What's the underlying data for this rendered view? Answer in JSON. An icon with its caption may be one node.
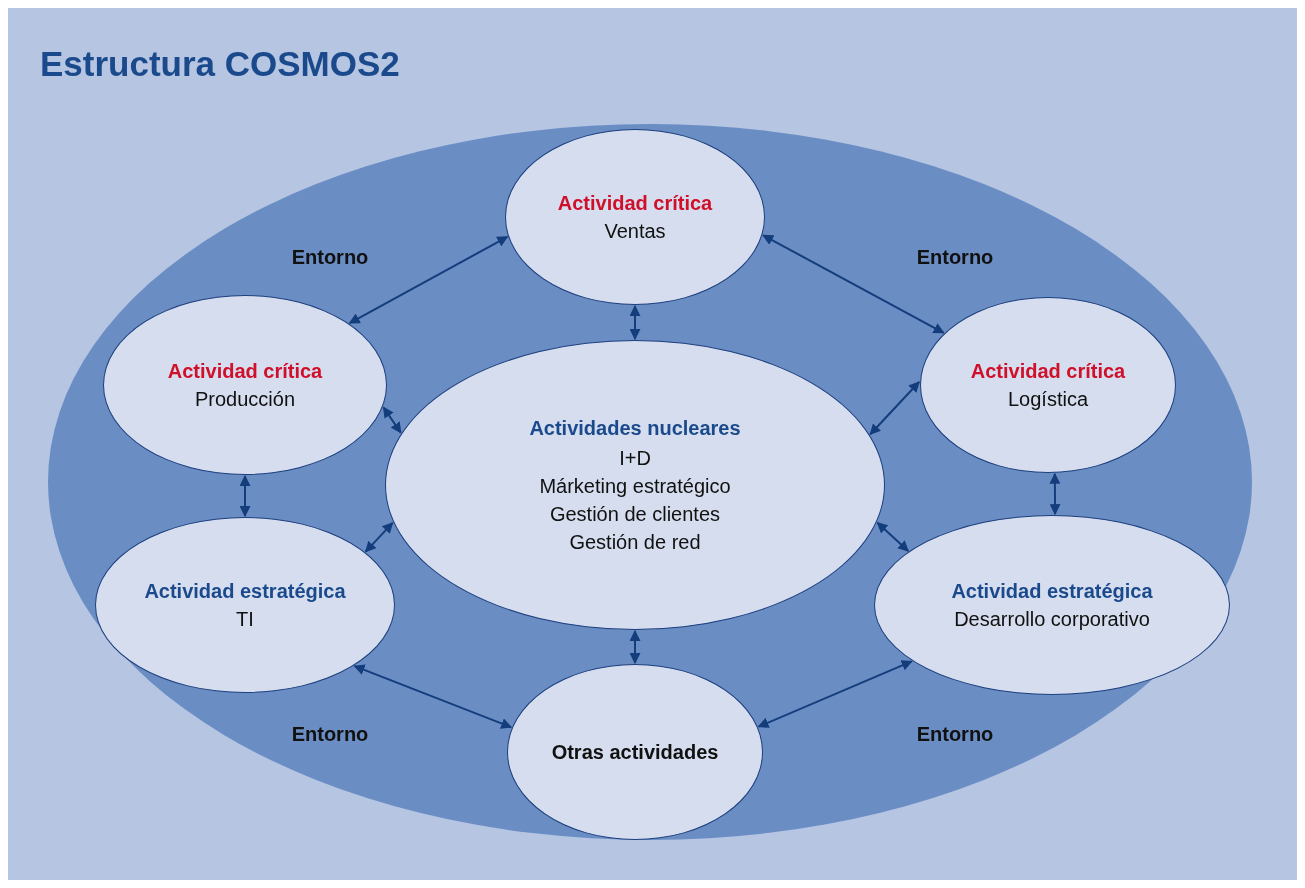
{
  "diagram": {
    "title": "Estructura COSMOS2",
    "nodes": [
      {
        "text": [
          "Entorno",
          "Entorno",
          "Entorno",
          "Entorno"
        ]
      },
      {
        "text": [
          "Actividad crítica",
          "Ventas"
        ],
        "in": 0
      },
      {
        "text": [
          "Actividad crítica",
          "Producción"
        ],
        "in": 0
      },
      {
        "text": [
          "Actividades nucleares",
          "I+D",
          "Márketing estratégico",
          "Gestión de clientes",
          "Gestión de red"
        ],
        "in": 0
      },
      {
        "text": [
          "Actividad crítica",
          "Logística"
        ],
        "in": 0
      },
      {
        "text": [
          "Actividad estratégica",
          "TI"
        ],
        "in": 0
      },
      {
        "text": [
          "Actividad estratégica",
          "Desarrollo corporativo"
        ],
        "in": 0
      },
      {
        "text": [
          "Otras actividades"
        ],
        "in": 0
      }
    ],
    "edges": [
      {
        "from": 1,
        "to": 2,
        "arrow": "both"
      },
      {
        "from": 1,
        "to": 4,
        "arrow": "both"
      },
      {
        "from": 1,
        "to": 3,
        "arrow": "both"
      },
      {
        "from": 2,
        "to": 3,
        "arrow": "both"
      },
      {
        "from": 4,
        "to": 3,
        "arrow": "both"
      },
      {
        "from": 2,
        "to": 5,
        "arrow": "both"
      },
      {
        "from": 4,
        "to": 6,
        "arrow": "both"
      },
      {
        "from": 5,
        "to": 3,
        "arrow": "both"
      },
      {
        "from": 6,
        "to": 3,
        "arrow": "both"
      },
      {
        "from": 3,
        "to": 7,
        "arrow": "both"
      },
      {
        "from": 5,
        "to": 7,
        "arrow": "both"
      },
      {
        "from": 6,
        "to": 7,
        "arrow": "both"
      }
    ]
  }
}
